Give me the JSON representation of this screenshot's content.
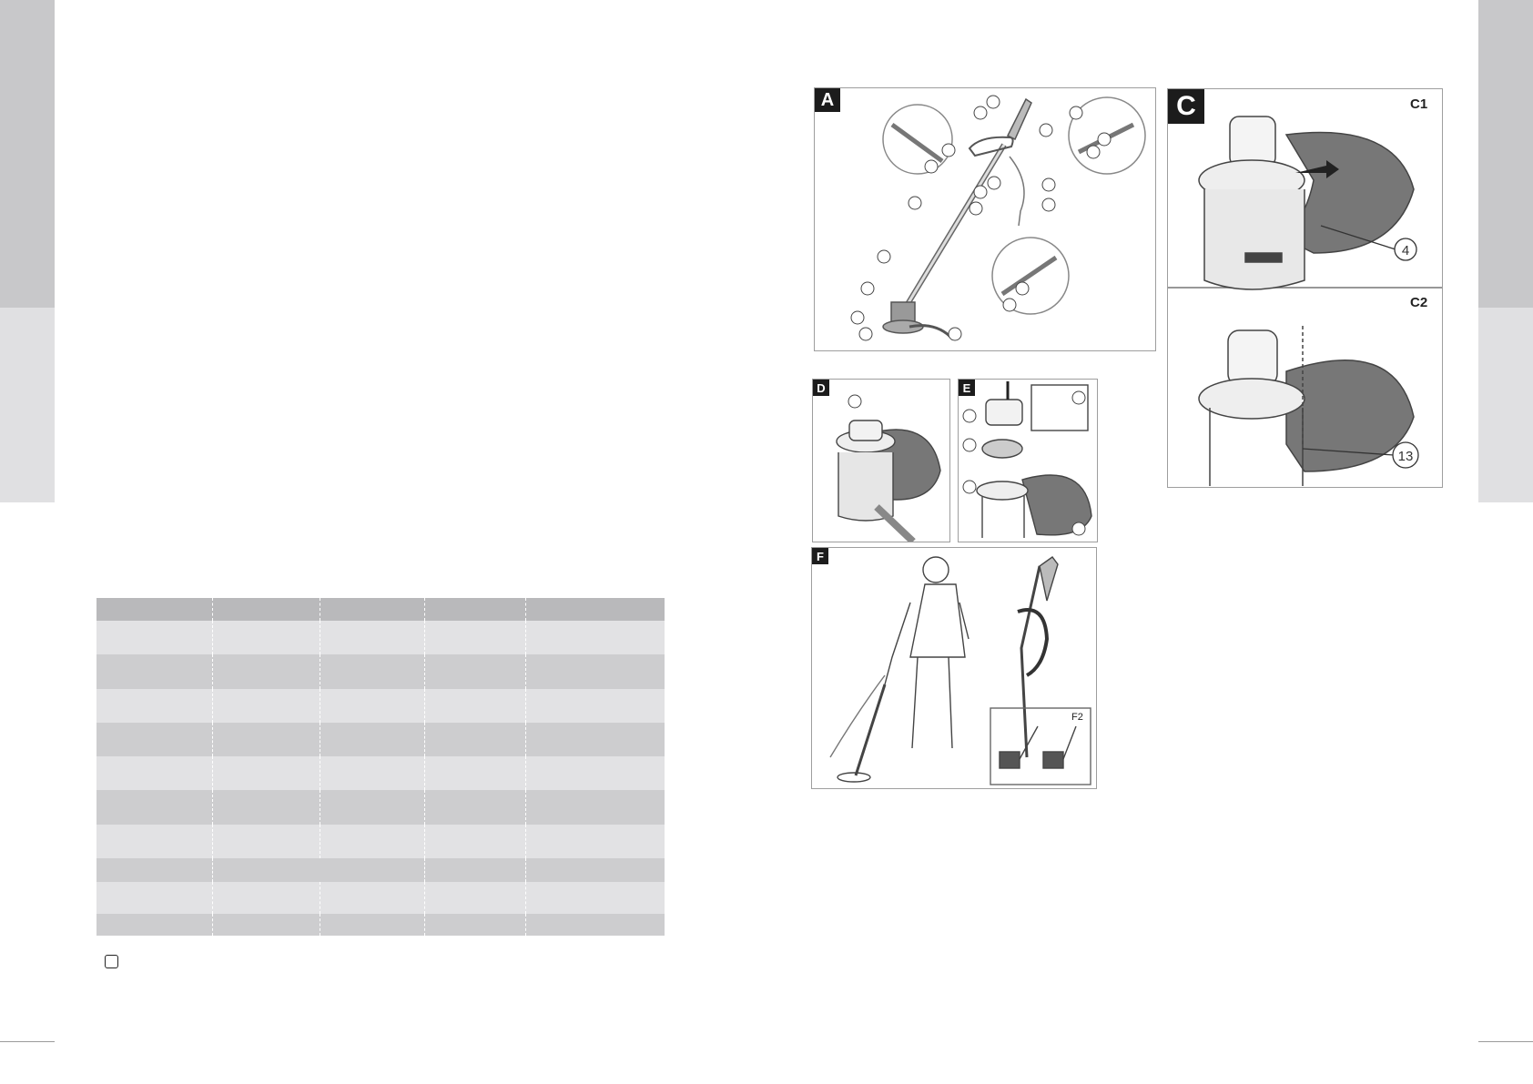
{
  "panels": {
    "a": {
      "label": "A"
    },
    "c": {
      "label": "C",
      "c1": "C1",
      "c2": "C2",
      "c1_callouts": [
        "4"
      ],
      "c2_callouts": [
        "13"
      ]
    },
    "d": {
      "label": "D"
    },
    "e": {
      "label": "E"
    },
    "f": {
      "label": "F",
      "f2": "F2"
    }
  },
  "colors": {
    "panel_label_bg": "#1c1c1c",
    "table_header": "#b9b9bb",
    "table_light": "#e2e2e4",
    "table_dark": "#cdcdcf",
    "side_tab_dark": "#c8c8ca",
    "side_tab_light": "#e0e0e2"
  }
}
